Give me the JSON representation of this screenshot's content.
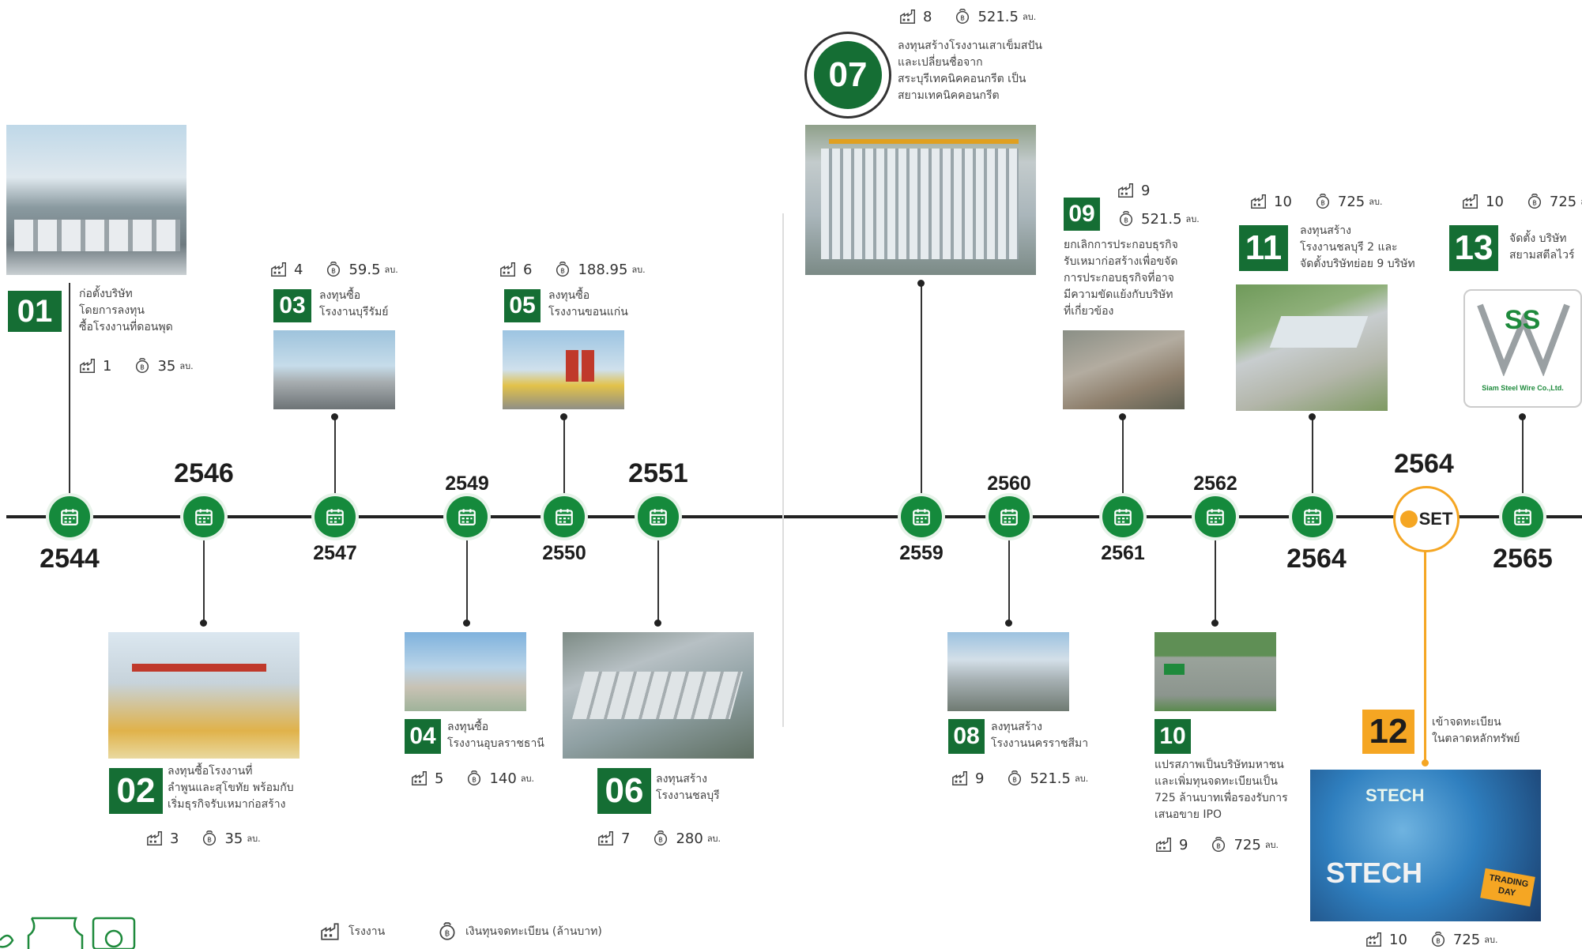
{
  "years": {
    "y2544": "2544",
    "y2546": "2546",
    "y2547": "2547",
    "y2549": "2549",
    "y2550": "2550",
    "y2551": "2551",
    "y2559": "2559",
    "y2560": "2560",
    "y2561": "2561",
    "y2562": "2562",
    "y2564a": "2564",
    "y2564b": "2564",
    "y2565": "2565"
  },
  "unit": "ลบ.",
  "set_logo": "SET",
  "ss_logo": {
    "mark": "SS",
    "name": "Siam Steel Wire Co.,Ltd."
  },
  "milestones": {
    "m01": {
      "num": "01",
      "desc": "ก่อตั้งบริษัท\nโดยการลงทุน\nซื้อโรงงานที่ดอนพุด",
      "plants": "1",
      "capital": "35"
    },
    "m02": {
      "num": "02",
      "desc": "ลงทุนซื้อโรงงานที่\nลำพูนและสุโขทัย พร้อมกับ\nเริ่มธุรกิจรับเหมาก่อสร้าง",
      "plants": "3",
      "capital": "35"
    },
    "m03": {
      "num": "03",
      "desc": "ลงทุนซื้อ\nโรงงานบุรีรัมย์",
      "plants": "4",
      "capital": "59.5"
    },
    "m04": {
      "num": "04",
      "desc": "ลงทุนซื้อ\nโรงงานอุบลราชธานี",
      "plants": "5",
      "capital": "140"
    },
    "m05": {
      "num": "05",
      "desc": "ลงทุนซื้อ\nโรงงานขอนแก่น",
      "plants": "6",
      "capital": "188.95"
    },
    "m06": {
      "num": "06",
      "desc": "ลงทุนสร้าง\nโรงงานชลบุรี",
      "plants": "7",
      "capital": "280"
    },
    "m07": {
      "num": "07",
      "desc": "ลงทุนสร้างโรงงานเสาเข็มสปัน\nและเปลี่ยนชื่อจาก\nสระบุรีเทคนิคคอนกรีต เป็น\nสยามเทคนิคคอนกรีต",
      "plants": "8",
      "capital": "521.5"
    },
    "m08": {
      "num": "08",
      "desc": "ลงทุนสร้าง\nโรงงานนครราชสีมา",
      "plants": "9",
      "capital": "521.5"
    },
    "m09": {
      "num": "09",
      "desc": "ยกเลิกการประกอบธุรกิจ\nรับเหมาก่อสร้างเพื่อขจัด\nการประกอบธุรกิจที่อาจ\nมีความขัดแย้งกับบริษัท\nที่เกี่ยวข้อง",
      "plants": "9",
      "capital": "521.5"
    },
    "m10": {
      "num": "10",
      "desc": "แปรสภาพเป็นบริษัทมหาชน\nและเพิ่มทุนจดทะเบียนเป็น\n725 ล้านบาทเพื่อรองรับการ\nเสนอขาย IPO",
      "plants": "9",
      "capital": "725"
    },
    "m11": {
      "num": "11",
      "desc": "ลงทุนสร้าง\nโรงงานชลบุรี 2 และ\nจัดตั้งบริษัทย่อย 9 บริษัท",
      "plants": "10",
      "capital": "725"
    },
    "m12": {
      "num": "12",
      "desc": "เข้าจดทะเบียน\nในตลาดหลักทรัพย์",
      "plants": "10",
      "capital": "725",
      "photo_text": "STECH",
      "banner": "TRADING\nDAY"
    },
    "m13": {
      "num": "13",
      "desc": "จัดตั้ง บริษัท\nสยามสตีลไวร์",
      "plants": "10",
      "capital": "725"
    }
  },
  "legend": {
    "plants": "โรงงาน",
    "capital": "เงินทุนจดทะเบียน (ล้านบาท)"
  },
  "colors": {
    "green": "#158a3c",
    "dark_green": "#156e34",
    "gold": "#f5a623"
  }
}
